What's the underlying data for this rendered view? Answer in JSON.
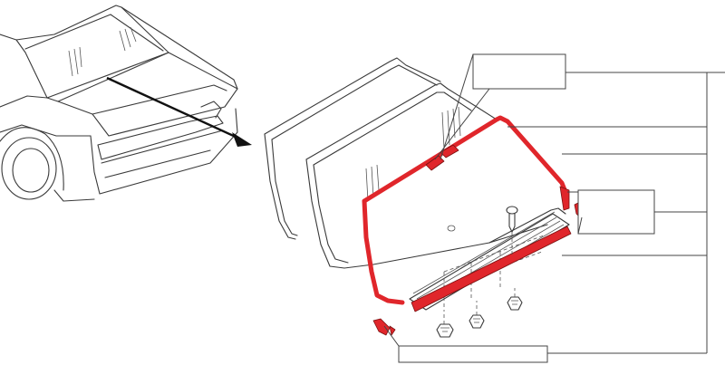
{
  "diagram": {
    "colors": {
      "highlight": "#e0262b",
      "line": "#3a3a3a",
      "background": "#ffffff"
    },
    "views": {
      "vehicle": "car-rear-overview",
      "exploded": "rear-window-glass-exploded-view"
    },
    "parts": [
      {
        "name": "rear-window-outer-molding",
        "highlighted": false
      },
      {
        "name": "rear-window-glass",
        "highlighted": false
      },
      {
        "name": "rear-window-upper-molding",
        "highlighted": true
      },
      {
        "name": "rear-window-side-molding-clip",
        "highlighted": true
      },
      {
        "name": "rear-window-lower-molding",
        "highlighted": true
      },
      {
        "name": "retainer-clip",
        "highlighted": false
      },
      {
        "name": "rear-window-corner-piece",
        "highlighted": true
      }
    ],
    "callouts": [
      {
        "label": ""
      },
      {
        "label": ""
      },
      {
        "label": ""
      },
      {
        "label": ""
      }
    ]
  }
}
